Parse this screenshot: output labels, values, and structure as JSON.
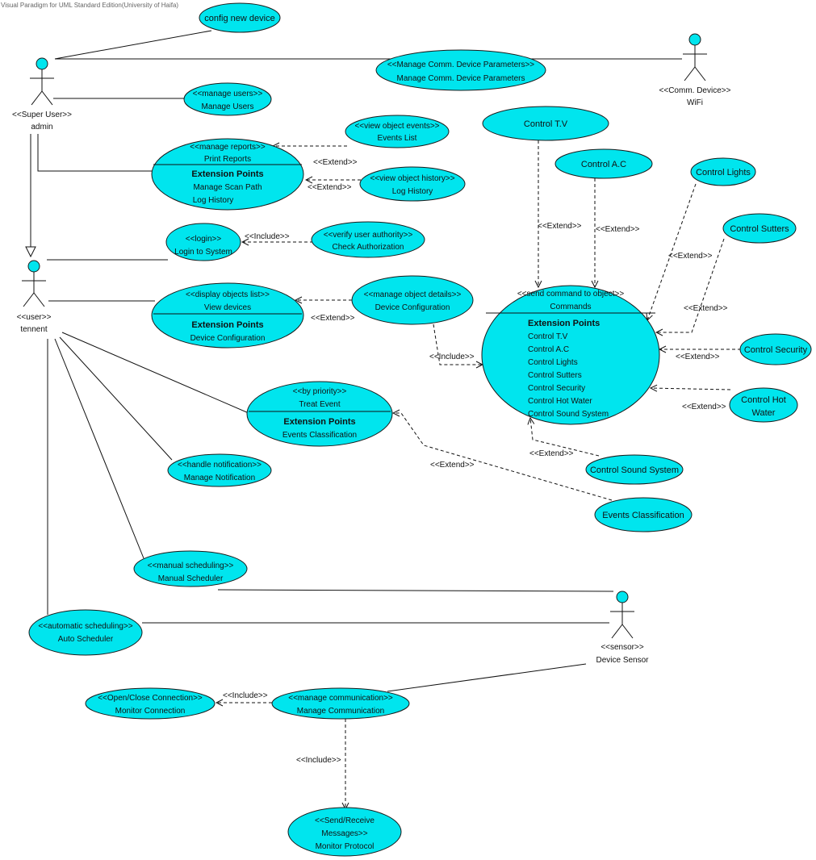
{
  "watermark": "Visual Paradigm for UML Standard Edition(University of Haifa)",
  "actors": {
    "admin": {
      "stereotype": "<<Super User>>",
      "name": "admin"
    },
    "tennent": {
      "stereotype": "<<user>>",
      "name": "tennent"
    },
    "wifi": {
      "stereotype": "<<Comm. Device>>",
      "name": "WiFi"
    },
    "sensor": {
      "stereotype": "<<sensor>>",
      "name": "Device Sensor"
    }
  },
  "use_cases": {
    "config_device": {
      "name": "config new device"
    },
    "manage_comm": {
      "stereotype": "<<Manage Comm. Device Parameters>>",
      "name": "Manage Comm. Device Parameters"
    },
    "manage_users": {
      "stereotype": "<<manage users>>",
      "name": "Manage Users"
    },
    "print_reports": {
      "stereotype": "<<manage reports>>",
      "name": "Print Reports",
      "ext_title": "Extension Points",
      "ext_points": [
        "Manage Scan Path",
        "Log History"
      ]
    },
    "events_list": {
      "stereotype": "<<view object events>>",
      "name": "Events List"
    },
    "log_history": {
      "stereotype": "<<view object history>>",
      "name": "Log History"
    },
    "login": {
      "stereotype": "<<login>>",
      "name": "Login to System"
    },
    "check_auth": {
      "stereotype": "<<verify user authority>>",
      "name": "Check Authorization"
    },
    "view_devices": {
      "stereotype": "<<display objects list>>",
      "name": "View devices",
      "ext_title": "Extension Points",
      "ext_points": [
        "Device Configuration"
      ]
    },
    "device_config": {
      "stereotype": "<<manage object details>>",
      "name": "Device Configuration"
    },
    "control_tv": {
      "name": "Control T.V"
    },
    "control_ac": {
      "name": "Control A.C"
    },
    "control_lights": {
      "name": "Control Lights"
    },
    "control_sutters": {
      "name": "Control Sutters"
    },
    "control_security": {
      "name": "Control Security"
    },
    "control_hot_water": {
      "name_line1": "Control Hot",
      "name_line2": "Water"
    },
    "control_sound": {
      "name": "Control Sound System"
    },
    "events_classification": {
      "name": "Events Classification"
    },
    "commands": {
      "stereotype": "<<send command to object>>",
      "name": "Commands",
      "ext_title": "Extension Points",
      "ext_points": [
        "Control T.V",
        "Control A.C",
        "Control Lights",
        "Control Sutters",
        "Control Security",
        "Control Hot Water",
        "Control Sound System"
      ]
    },
    "treat_event": {
      "stereotype": "<<by priority>>",
      "name": "Treat  Event",
      "ext_title": "Extension Points",
      "ext_points": [
        "Events Classification"
      ]
    },
    "manage_notification": {
      "stereotype": "<<handle notification>>",
      "name": "Manage Notification"
    },
    "manual_scheduler": {
      "stereotype": "<<manual scheduling>>",
      "name": "Manual Scheduler"
    },
    "auto_scheduler": {
      "stereotype": "<<automatic scheduling>>",
      "name": "Auto Scheduler"
    },
    "monitor_connection": {
      "stereotype": "<<Open/Close Connection>>",
      "name": "Monitor Connection"
    },
    "manage_communication": {
      "stereotype": "<<manage communication>>",
      "name": "Manage Communication"
    },
    "monitor_protocol": {
      "stereotype_line1": "<<Send/Receive",
      "stereotype_line2": "Messages>>",
      "name": "Monitor  Protocol"
    }
  },
  "relations": {
    "extend": "<<Extend>>",
    "include": "<<Include>>"
  },
  "colors": {
    "use_case_fill": "#00e5ee",
    "line": "#111111"
  }
}
